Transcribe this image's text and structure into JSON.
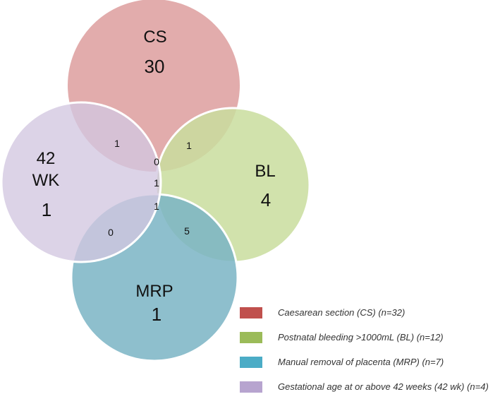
{
  "sets": {
    "cs": {
      "label_lines": [
        "CS"
      ],
      "count": "30",
      "fill": "#dd9e9e"
    },
    "bl": {
      "label_lines": [
        "BL"
      ],
      "count": "4",
      "fill": "#c9dd9e"
    },
    "mrp": {
      "label_lines": [
        "MRP"
      ],
      "count": "1",
      "fill": "#7ab4c4"
    },
    "wk42": {
      "label_lines": [
        "42",
        "WK"
      ],
      "count": "1",
      "fill": "#d2c6e0"
    }
  },
  "overlaps": {
    "cs_wk42": "1",
    "cs_bl": "1",
    "cs_bl_wk42": "0",
    "center": "1",
    "bl_mrp_wk42": "1",
    "mrp_wk42": "0",
    "bl_mrp": "5"
  },
  "legend": [
    {
      "text": "Caesarean section (CS) (n=32)",
      "color": "#c0504d"
    },
    {
      "text": "Postnatal bleeding >1000mL (BL) (n=12)",
      "color": "#9bbb59"
    },
    {
      "text": "Manual removal of placenta (MRP) (n=7)",
      "color": "#4bacc6"
    },
    {
      "text": "Gestational age at or above 42 weeks (42 wk) (n=4)",
      "color": "#b7a4cf"
    }
  ]
}
